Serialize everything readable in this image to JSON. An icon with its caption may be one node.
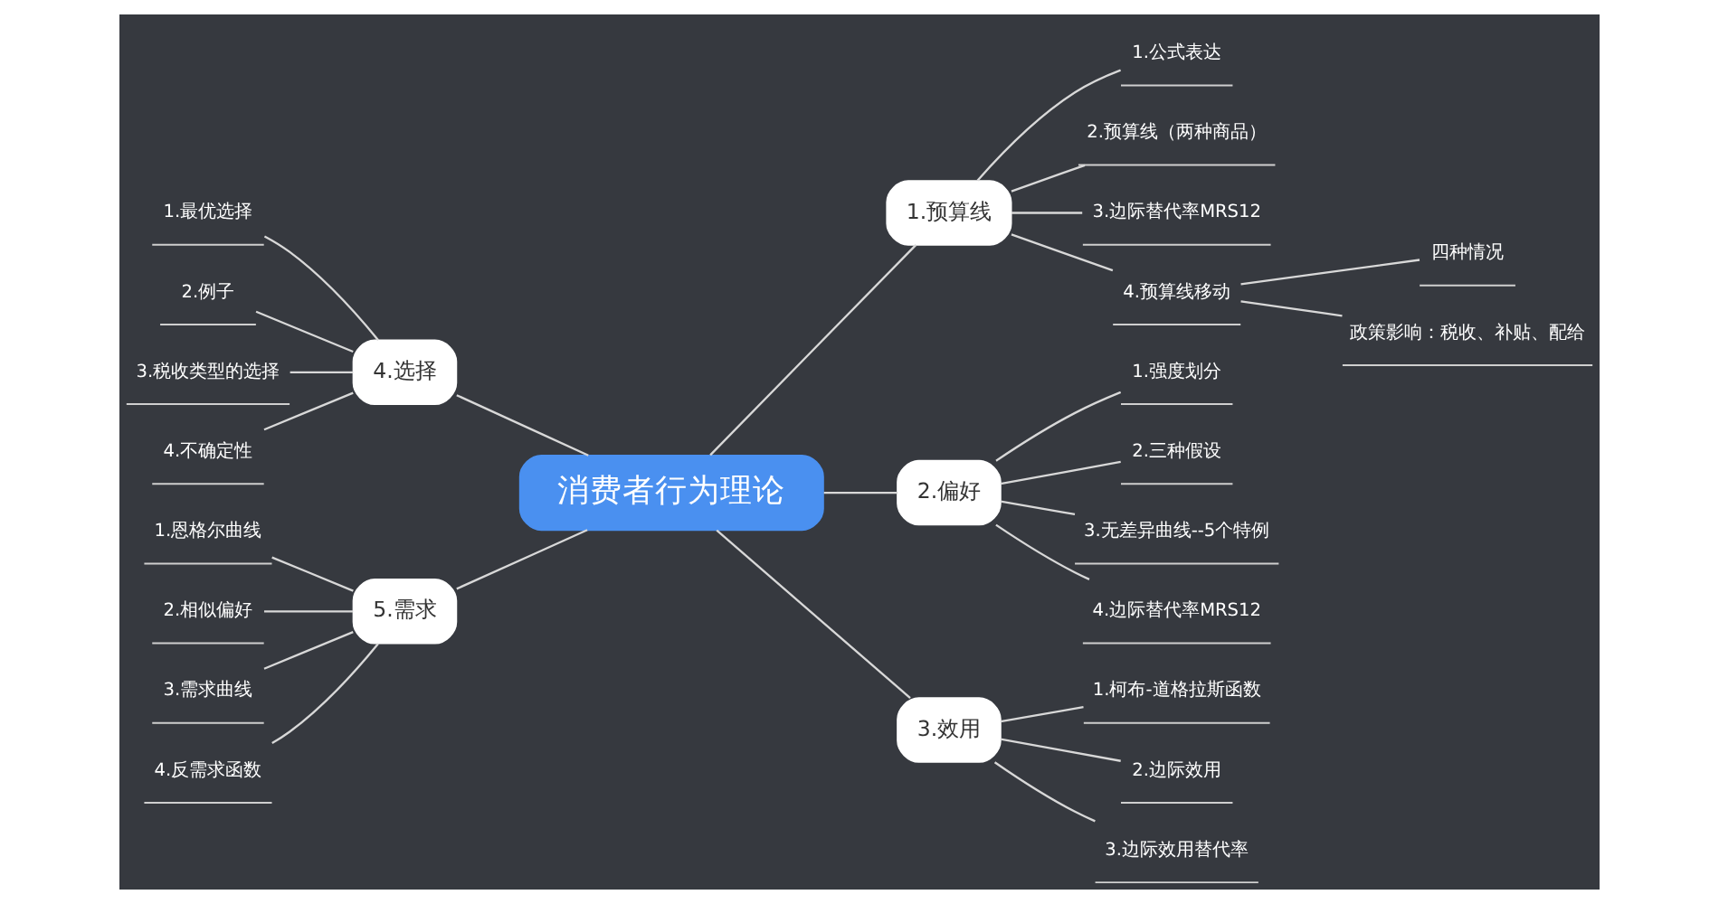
{
  "diagram": {
    "nodes": [
      {
        "text": [
          "消费者行为理论"
        ]
      },
      {
        "text": [
          "1.预算线"
        ]
      },
      {
        "text": [
          "1.公式表达"
        ]
      },
      {
        "text": [
          "2.预算线（两种商品）"
        ]
      },
      {
        "text": [
          "3.边际替代率MRS12"
        ]
      },
      {
        "text": [
          "4.预算线移动"
        ]
      },
      {
        "text": [
          "四种情况"
        ]
      },
      {
        "text": [
          "政策影响：税收、补贴、配给"
        ]
      },
      {
        "text": [
          "2.偏好"
        ]
      },
      {
        "text": [
          "1.强度划分"
        ]
      },
      {
        "text": [
          "2.三种假设"
        ]
      },
      {
        "text": [
          "3.无差异曲线--5个特例"
        ]
      },
      {
        "text": [
          "4.边际替代率MRS12"
        ]
      },
      {
        "text": [
          "3.效用"
        ]
      },
      {
        "text": [
          "1.柯布-道格拉斯函数"
        ]
      },
      {
        "text": [
          "2.边际效用"
        ]
      },
      {
        "text": [
          "3.边际效用替代率"
        ]
      },
      {
        "text": [
          "4.选择"
        ]
      },
      {
        "text": [
          "1.最优选择"
        ]
      },
      {
        "text": [
          "2.例子"
        ]
      },
      {
        "text": [
          "3.税收类型的选择"
        ]
      },
      {
        "text": [
          "4.不确定性"
        ]
      },
      {
        "text": [
          "5.需求"
        ]
      },
      {
        "text": [
          "1.恩格尔曲线"
        ]
      },
      {
        "text": [
          "2.相似偏好"
        ]
      },
      {
        "text": [
          "3.需求曲线"
        ]
      },
      {
        "text": [
          "4.反需求函数"
        ]
      }
    ],
    "edges": [
      {
        "from": 0,
        "to": 1,
        "arrow": "none"
      },
      {
        "from": 1,
        "to": 2,
        "arrow": "none"
      },
      {
        "from": 1,
        "to": 3,
        "arrow": "none"
      },
      {
        "from": 1,
        "to": 4,
        "arrow": "none"
      },
      {
        "from": 1,
        "to": 5,
        "arrow": "none"
      },
      {
        "from": 5,
        "to": 6,
        "arrow": "none"
      },
      {
        "from": 5,
        "to": 7,
        "arrow": "none"
      },
      {
        "from": 0,
        "to": 8,
        "arrow": "none"
      },
      {
        "from": 8,
        "to": 9,
        "arrow": "none"
      },
      {
        "from": 8,
        "to": 10,
        "arrow": "none"
      },
      {
        "from": 8,
        "to": 11,
        "arrow": "none"
      },
      {
        "from": 8,
        "to": 12,
        "arrow": "none"
      },
      {
        "from": 0,
        "to": 13,
        "arrow": "none"
      },
      {
        "from": 13,
        "to": 14,
        "arrow": "none"
      },
      {
        "from": 13,
        "to": 15,
        "arrow": "none"
      },
      {
        "from": 13,
        "to": 16,
        "arrow": "none"
      },
      {
        "from": 18,
        "to": 17,
        "arrow": "none"
      },
      {
        "from": 19,
        "to": 17,
        "arrow": "none"
      },
      {
        "from": 20,
        "to": 17,
        "arrow": "none"
      },
      {
        "from": 21,
        "to": 17,
        "arrow": "none"
      },
      {
        "from": 17,
        "to": 0,
        "arrow": "none"
      },
      {
        "from": 23,
        "to": 22,
        "arrow": "none"
      },
      {
        "from": 24,
        "to": 22,
        "arrow": "none"
      },
      {
        "from": 25,
        "to": 22,
        "arrow": "none"
      },
      {
        "from": 26,
        "to": 22,
        "arrow": "none"
      },
      {
        "from": 22,
        "to": 0,
        "arrow": "none"
      }
    ]
  }
}
